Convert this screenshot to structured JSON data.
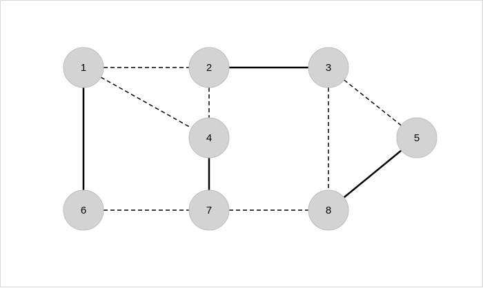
{
  "diagram": {
    "nodes": [
      {
        "id": "1",
        "label": "1"
      },
      {
        "id": "2",
        "label": "2"
      },
      {
        "id": "3",
        "label": "3"
      },
      {
        "id": "4",
        "label": "4"
      },
      {
        "id": "5",
        "label": "5"
      },
      {
        "id": "6",
        "label": "6"
      },
      {
        "id": "7",
        "label": "7"
      },
      {
        "id": "8",
        "label": "8"
      }
    ],
    "edges": [
      {
        "from": "1",
        "to": "2",
        "style": "dashed"
      },
      {
        "from": "1",
        "to": "4",
        "style": "dashed"
      },
      {
        "from": "1",
        "to": "6",
        "style": "solid"
      },
      {
        "from": "2",
        "to": "3",
        "style": "solid"
      },
      {
        "from": "2",
        "to": "4",
        "style": "dashed"
      },
      {
        "from": "3",
        "to": "5",
        "style": "dashed"
      },
      {
        "from": "3",
        "to": "8",
        "style": "dashed"
      },
      {
        "from": "4",
        "to": "7",
        "style": "solid"
      },
      {
        "from": "6",
        "to": "7",
        "style": "dashed"
      },
      {
        "from": "7",
        "to": "8",
        "style": "dashed"
      },
      {
        "from": "8",
        "to": "5",
        "style": "solid"
      }
    ],
    "colors": {
      "node_fill": "#d3d3d3",
      "node_stroke": "#bdbdbd",
      "edge": "#000000",
      "label": "#000000",
      "background": "#ffffff",
      "frame": "#d9d9d9"
    }
  }
}
